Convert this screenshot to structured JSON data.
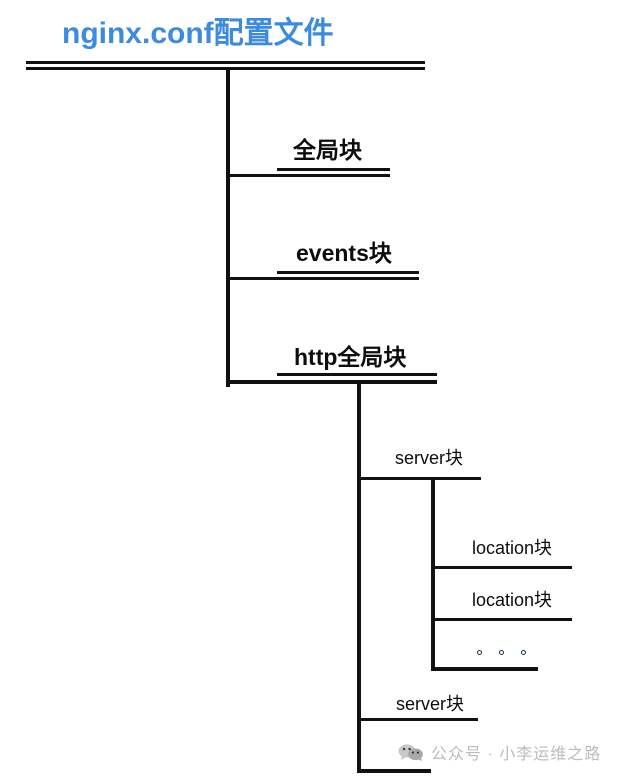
{
  "title": "nginx.conf配置文件",
  "title_color": "#3d8bdf",
  "line_color": "#111111",
  "background": "#ffffff",
  "nodes": {
    "global_block": "全局块",
    "events_block": "events块",
    "http_block": "http全局块",
    "server_block_1": "server块",
    "location_block_1": "location块",
    "location_block_2": "location块",
    "location_more": "···",
    "server_block_2": "server块"
  },
  "watermark": {
    "icon": "wechat-icon",
    "text": "公众号 · 小李运维之路"
  },
  "chart_data": {
    "type": "diagram",
    "title": "nginx.conf配置文件",
    "structure": [
      {
        "label": "全局块",
        "level": 1,
        "children": []
      },
      {
        "label": "events块",
        "level": 1,
        "children": []
      },
      {
        "label": "http全局块",
        "level": 1,
        "children": [
          {
            "label": "server块",
            "level": 2,
            "children": [
              {
                "label": "location块",
                "level": 3,
                "children": []
              },
              {
                "label": "location块",
                "level": 3,
                "children": []
              },
              {
                "label": "···",
                "level": 3,
                "children": []
              }
            ]
          },
          {
            "label": "server块",
            "level": 2,
            "children": []
          }
        ]
      }
    ]
  }
}
